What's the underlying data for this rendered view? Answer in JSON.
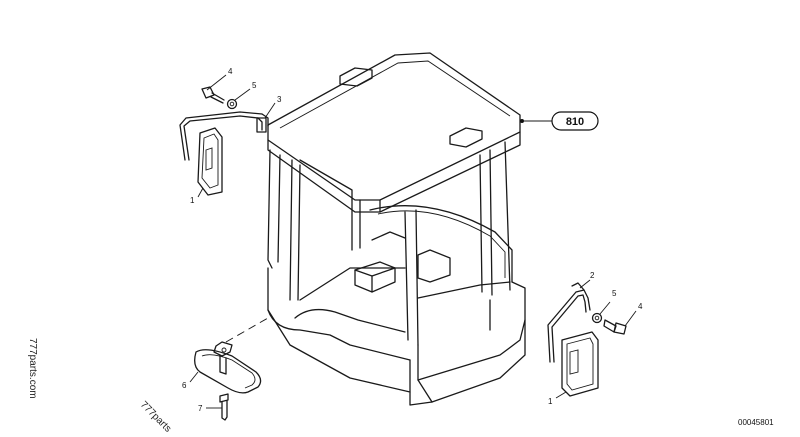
{
  "diagram": {
    "reference_badge": "810",
    "document_number": "00045801",
    "watermarks": [
      "777parts.com",
      "777parts"
    ],
    "callouts": {
      "left_mirror": "1",
      "left_bolt": "4",
      "left_washer": "5",
      "left_bracket": "3",
      "interior_mirror": "6",
      "interior_screw": "7",
      "right_bracket": "2",
      "right_washer": "5",
      "right_bolt": "4",
      "right_mirror": "1"
    }
  }
}
